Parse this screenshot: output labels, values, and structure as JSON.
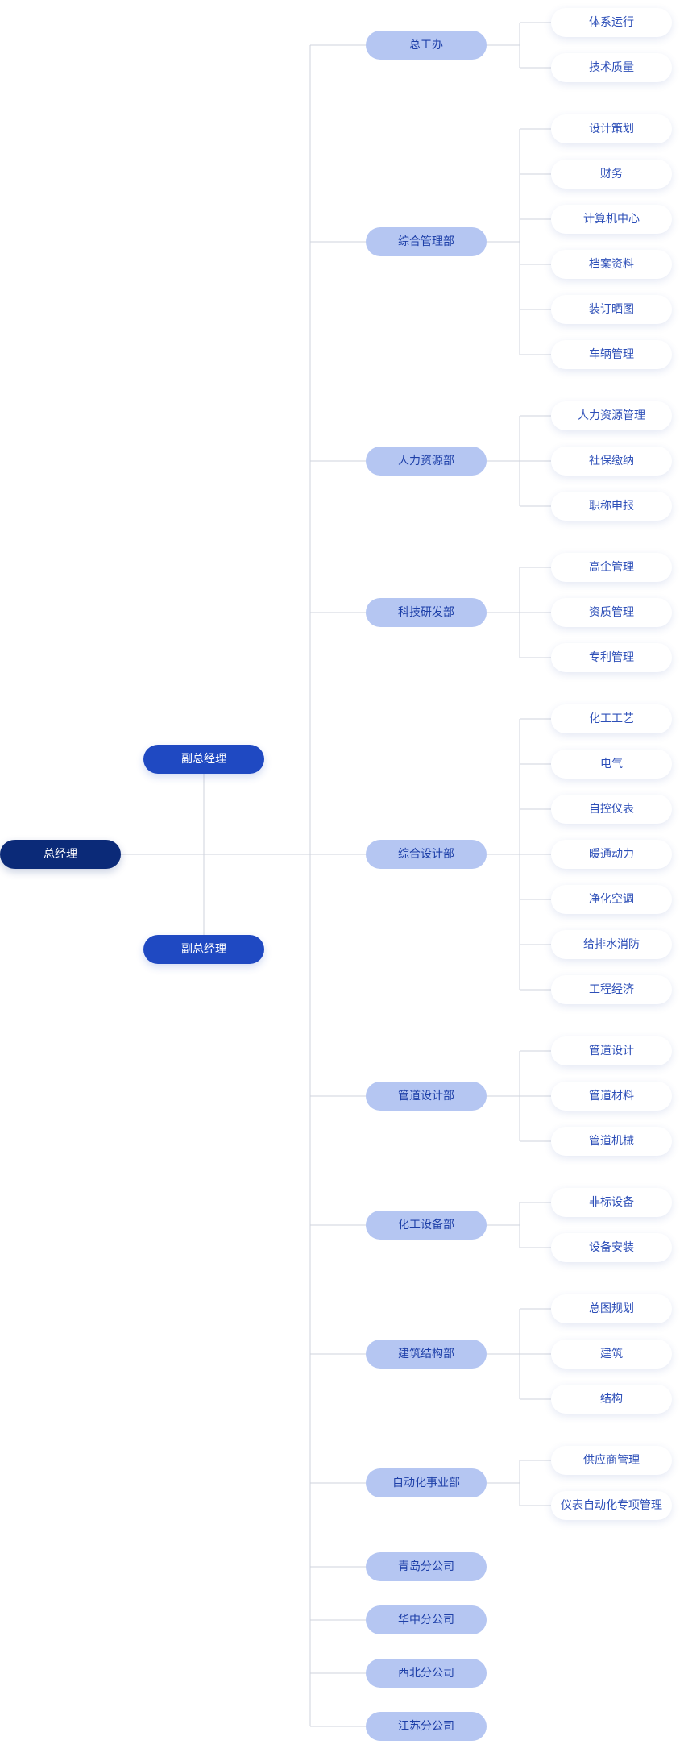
{
  "org_chart": {
    "root": {
      "label": "总经理"
    },
    "deputies": [
      {
        "label": "副总经理"
      },
      {
        "label": "副总经理"
      }
    ],
    "departments": [
      {
        "label": "总工办",
        "children": [
          "体系运行",
          "技术质量"
        ]
      },
      {
        "label": "综合管理部",
        "children": [
          "设计策划",
          "财务",
          "计算机中心",
          "档案资料",
          "装订晒图",
          "车辆管理"
        ]
      },
      {
        "label": "人力资源部",
        "children": [
          "人力资源管理",
          "社保缴纳",
          "职称申报"
        ]
      },
      {
        "label": "科技研发部",
        "children": [
          "高企管理",
          "资质管理",
          "专利管理"
        ]
      },
      {
        "label": "综合设计部",
        "children": [
          "化工工艺",
          "电气",
          "自控仪表",
          "暖通动力",
          "净化空调",
          "给排水消防",
          "工程经济"
        ]
      },
      {
        "label": "管道设计部",
        "children": [
          "管道设计",
          "管道材料",
          "管道机械"
        ]
      },
      {
        "label": "化工设备部",
        "children": [
          "非标设备",
          "设备安装"
        ]
      },
      {
        "label": "建筑结构部",
        "children": [
          "总图规划",
          "建筑",
          "结构"
        ]
      },
      {
        "label": "自动化事业部",
        "children": [
          "供应商管理",
          "仪表自动化专项管理"
        ]
      },
      {
        "label": "青岛分公司",
        "children": []
      },
      {
        "label": "华中分公司",
        "children": []
      },
      {
        "label": "西北分公司",
        "children": []
      },
      {
        "label": "江苏分公司",
        "children": []
      }
    ]
  },
  "colors": {
    "root": "#0b2a78",
    "deputy": "#1f49c2",
    "department": "#b5c6f2",
    "department_text": "#1d3fa8",
    "sub_text": "#2d4fb8",
    "connector": "#cfd3dc"
  }
}
